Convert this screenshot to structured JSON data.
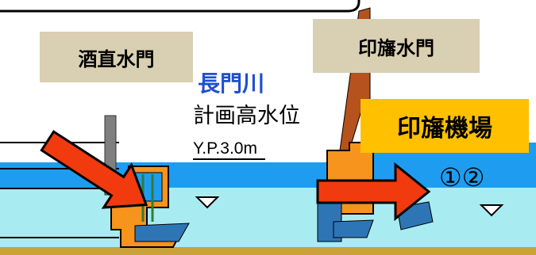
{
  "labels": {
    "sakanao_gate": "酒直水門",
    "inba_gate": "印旛水門",
    "river": "長門川",
    "plan_level": "計画高水位",
    "yp_level": "Y.P.3.0m",
    "pump_station": "印旛機場",
    "pump_numbers": "①②"
  },
  "colors": {
    "water_upper": "#1e9df0",
    "water_lower": "#a8ecf2",
    "gate_orange": "#f7941d",
    "gate_blue": "#2e75b6",
    "arrow_red": "#f23a0f",
    "tower_brown": "#b5521d",
    "label_bg": "#d9cfb2",
    "pump_bg": "#ffc000",
    "river_text": "#1f4fd0"
  }
}
